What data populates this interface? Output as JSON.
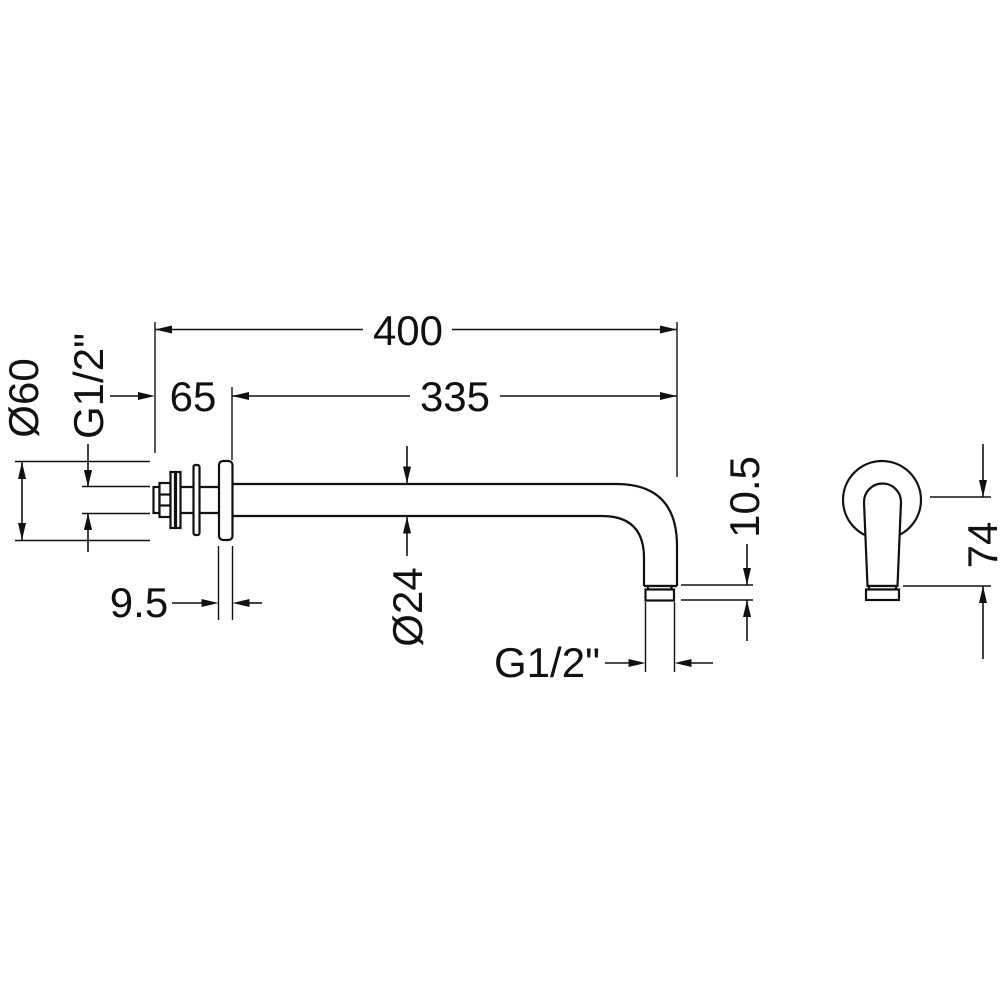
{
  "canvas": {
    "background": "#ffffff",
    "line_color": "#111111"
  },
  "drawing": {
    "type": "technical-dimension-drawing",
    "dims": {
      "overall_length": "400",
      "inlet_length": "65",
      "arm_length": "335",
      "flange_diameter": "Ø60",
      "inlet_thread": "G1/2\"",
      "flange_thickness": "9.5",
      "arm_diameter": "Ø24",
      "outlet_nut_height": "10.5",
      "outlet_thread": "G1/2\"",
      "outlet_drop": "74"
    }
  }
}
